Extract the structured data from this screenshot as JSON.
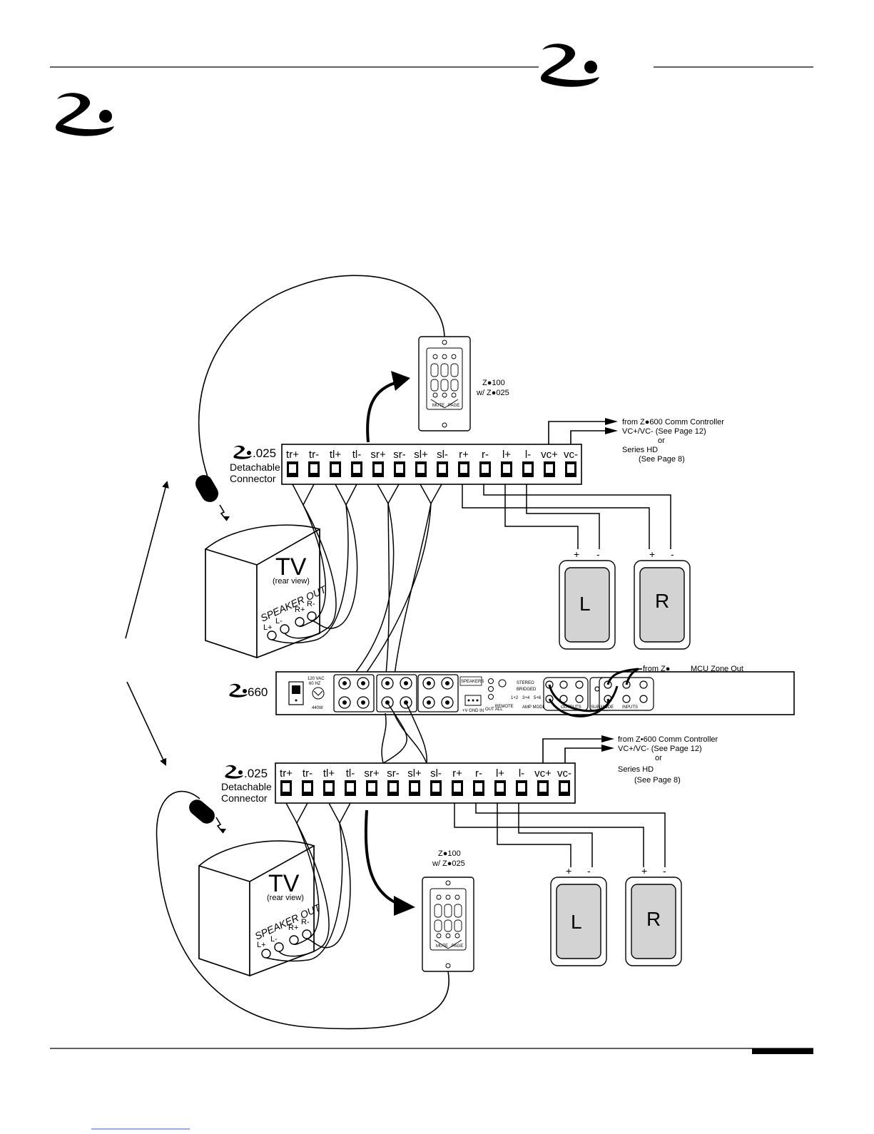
{
  "header": {
    "brand_icon": "z-logo-icon"
  },
  "upper": {
    "connector": {
      "model": ".025",
      "caption_line1": "Detachable",
      "caption_line2": "Connector",
      "terminals": [
        "tr+",
        "tr-",
        "tl+",
        "tl-",
        "sr+",
        "sr-",
        "sl+",
        "sl-",
        "r+",
        "r-",
        "l+",
        "l-",
        "vc+",
        "vc-"
      ]
    },
    "keypad": {
      "label_line1": "Z●100",
      "label_line2": "w/ Z●025"
    },
    "comm_note": {
      "line1": "from Z●600 Comm Controller",
      "line2": "VC+/VC- (See Page 12)",
      "line3": "or",
      "line4": "Series HD",
      "line5": "(See Page 8)"
    },
    "tv": {
      "title": "TV",
      "subtitle": "(rear view)",
      "panel": "SPEAKER OUT",
      "jacks": [
        "L+",
        "L-",
        "R+",
        "R-"
      ]
    },
    "speakers": [
      {
        "name": "L",
        "plus": "+",
        "minus": "-"
      },
      {
        "name": "R",
        "plus": "+",
        "minus": "-"
      }
    ]
  },
  "amplifier": {
    "model": "660",
    "mcu_note_left": "from Z●",
    "mcu_note_right": "MCU Zone Out",
    "panel_power": "120 VAC",
    "panel_hz": "60 HZ",
    "panel_watts": "440W",
    "panel_speakers": "SPEAKERS",
    "panel_stereo": "STEREO",
    "panel_bridged": "BRIDGED",
    "panel_amp_mode": "AMP MODE",
    "panel_remote": "REMOTE",
    "panel_out_all": "OUT ALL",
    "panel_vdc_in": "+V GND IN",
    "panel_outputs": "OUTPUTS",
    "panel_sub_mode": "SUB MODE",
    "panel_inputs": "INPUTS",
    "panel_mode1": "1+2",
    "panel_mode2": "3+4",
    "panel_mode3": "5+6"
  },
  "lower": {
    "connector": {
      "model": ".025",
      "caption_line1": "Detachable",
      "caption_line2": "Connector",
      "terminals": [
        "tr+",
        "tr-",
        "tl+",
        "tl-",
        "sr+",
        "sr-",
        "sl+",
        "sl-",
        "r+",
        "r-",
        "l+",
        "l-",
        "vc+",
        "vc-"
      ]
    },
    "keypad": {
      "label_line1": "Z●100",
      "label_line2": "w/ Z●025"
    },
    "comm_note": {
      "line1": "from Z•600 Comm Controller",
      "line2": "VC+/VC- (See Page 12)",
      "line3": "or",
      "line4": "Series HD",
      "line5": "(See Page 8)"
    },
    "tv": {
      "title": "TV",
      "subtitle": "(rear view)",
      "panel": "SPEAKER OUT",
      "jacks": [
        "L+",
        "L-",
        "R+",
        "R-"
      ]
    },
    "speakers": [
      {
        "name": "L",
        "plus": "+",
        "minus": "-"
      },
      {
        "name": "R",
        "plus": "+",
        "minus": "-"
      }
    ]
  },
  "keypad_buttons": {
    "mute": "MUTE",
    "page": "PAGE"
  }
}
